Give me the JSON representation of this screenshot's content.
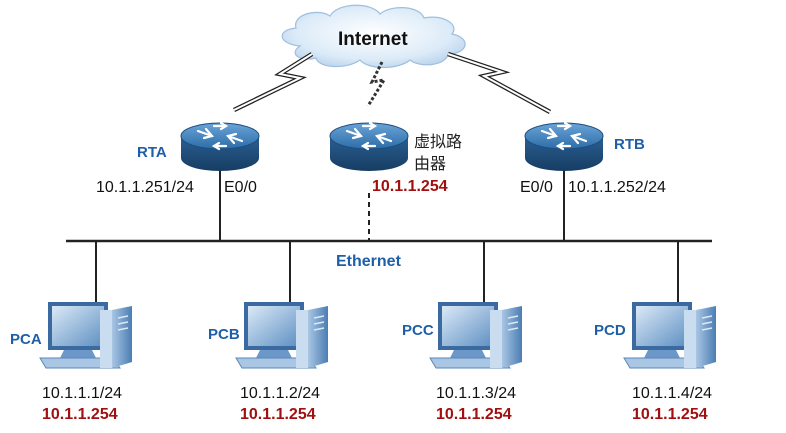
{
  "cloud": {
    "label": "Internet"
  },
  "routers": {
    "rta": {
      "name": "RTA",
      "ip": "10.1.1.251/24",
      "iface": "E0/0"
    },
    "virtual": {
      "name_line1": "虚拟路",
      "name_line2": "由器",
      "vip": "10.1.1.254"
    },
    "rtb": {
      "name": "RTB",
      "ip": "10.1.1.252/24",
      "iface": "E0/0"
    }
  },
  "bus": {
    "label": "Ethernet"
  },
  "pcs": [
    {
      "name": "PCA",
      "ip": "10.1.1.1/24",
      "gw": "10.1.1.254"
    },
    {
      "name": "PCB",
      "ip": "10.1.1.2/24",
      "gw": "10.1.1.254"
    },
    {
      "name": "PCC",
      "ip": "10.1.1.3/24",
      "gw": "10.1.1.254"
    },
    {
      "name": "PCD",
      "ip": "10.1.1.4/24",
      "gw": "10.1.1.254"
    }
  ],
  "colors": {
    "router": "#2d6da8",
    "cloud": "#d9e8f7",
    "ip_highlight": "#a01010",
    "label_blue": "#1f5fa8"
  }
}
